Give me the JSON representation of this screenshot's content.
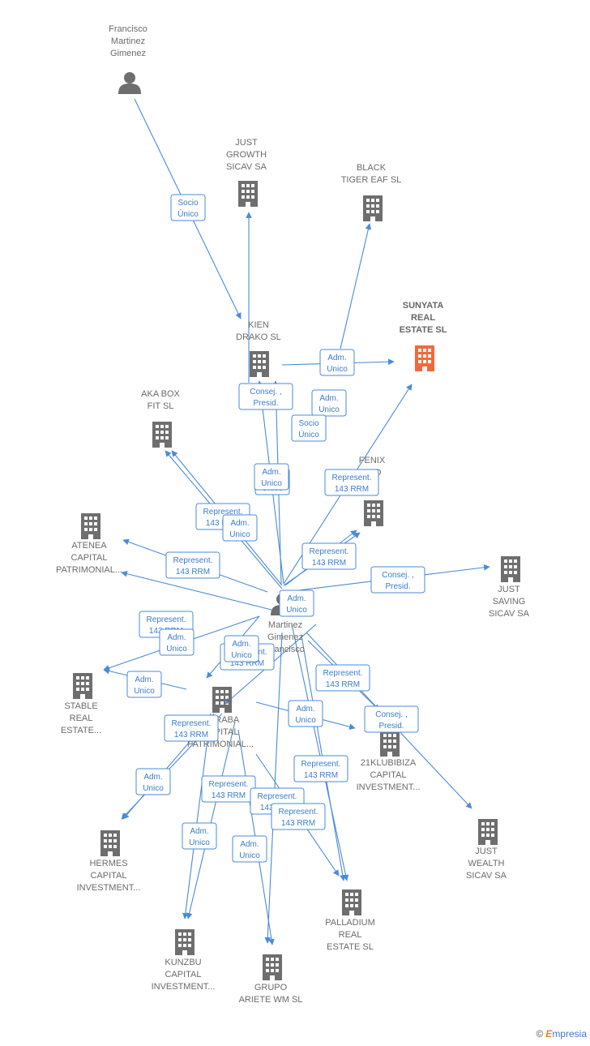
{
  "colors": {
    "edge": "#4a8bd8",
    "building": "#6e6e6e",
    "building_highlight": "#f26a3c",
    "person": "#6e6e6e"
  },
  "nodes": [
    {
      "id": "francisco",
      "type": "person",
      "label": [
        "Francisco",
        "Martinez",
        "Gimenez"
      ]
    },
    {
      "id": "just_growth",
      "type": "company",
      "label": [
        "JUST",
        "GROWTH",
        "SICAV SA"
      ]
    },
    {
      "id": "black_tiger",
      "type": "company",
      "label": [
        "BLACK",
        "TIGER EAF  SL"
      ]
    },
    {
      "id": "sunyata",
      "type": "company",
      "highlight": true,
      "label": [
        "SUNYATA",
        "REAL",
        "ESTATE  SL"
      ]
    },
    {
      "id": "kien_drako",
      "type": "company",
      "label": [
        "KIEN",
        "DRAKO  SL"
      ]
    },
    {
      "id": "aka_box",
      "type": "company",
      "label": [
        "AKA BOX",
        "FIT  SL"
      ]
    },
    {
      "id": "fenix",
      "type": "company",
      "label": [
        "FENIX",
        "RED",
        "SL"
      ]
    },
    {
      "id": "atenea",
      "type": "company",
      "label": [
        "ATENEA",
        "CAPITAL",
        "PATRIMONIAL..."
      ]
    },
    {
      "id": "just_saving",
      "type": "company",
      "label": [
        "JUST",
        "SAVING",
        "SICAV SA"
      ]
    },
    {
      "id": "martinez_center",
      "type": "person",
      "label": [
        "Martinez",
        "Gimenez",
        "Francisco"
      ]
    },
    {
      "id": "stable",
      "type": "company",
      "label": [
        "STABLE",
        "REAL",
        "ESTATE..."
      ]
    },
    {
      "id": "doraba",
      "type": "company",
      "label": [
        "DORABA",
        "CAPITAL",
        "PATRIMONIAL..."
      ]
    },
    {
      "id": "klubibiza",
      "type": "company",
      "label": [
        "21KLUBIBIZA",
        "CAPITAL",
        "INVESTMENT..."
      ]
    },
    {
      "id": "hermes",
      "type": "company",
      "label": [
        "HERMES",
        "CAPITAL",
        "INVESTMENT..."
      ]
    },
    {
      "id": "just_wealth",
      "type": "company",
      "label": [
        "JUST",
        "WEALTH",
        "SICAV SA"
      ]
    },
    {
      "id": "palladium",
      "type": "company",
      "label": [
        "PALLADIUM",
        "REAL",
        "ESTATE  SL"
      ]
    },
    {
      "id": "kunzbu",
      "type": "company",
      "label": [
        "KUNZBU",
        "CAPITAL",
        "INVESTMENT..."
      ]
    },
    {
      "id": "grupo_ariete",
      "type": "company",
      "label": [
        "GRUPO",
        "ARIETE WM  SL"
      ]
    }
  ],
  "edge_labels": [
    [
      "Socio",
      "Único"
    ],
    [
      "Adm.",
      "Unico"
    ],
    [
      "Adm.",
      "Unico"
    ],
    [
      "Consej. ,",
      "Presid."
    ],
    [
      "Socio",
      "Único"
    ],
    [
      "Adm.",
      "Unico"
    ],
    [
      "Represent.",
      "143 RRM"
    ],
    [
      "Represent.",
      "143 RRM"
    ],
    [
      "Adm.",
      "Unico"
    ],
    [
      "Represent.",
      "143 RRM"
    ],
    [
      "Represent.",
      "143 RRM"
    ],
    [
      "Consej. ,",
      "Presid."
    ],
    [
      "Adm.",
      "Unico"
    ],
    [
      "Represent.",
      "143 RRM"
    ],
    [
      "Adm.",
      "Unico"
    ],
    [
      "Represent.",
      "143 RRM"
    ],
    [
      "Adm.",
      "Unico"
    ],
    [
      "Represent.",
      "143 RRM"
    ],
    [
      "Represent.",
      "143 RRM"
    ],
    [
      "Adm.",
      "Unico"
    ],
    [
      "Consej. ,",
      "Presid."
    ],
    [
      "Represent.",
      "143 RRM"
    ],
    [
      "Adm.",
      "Unico"
    ],
    [
      "Represent.",
      "143 RRM"
    ],
    [
      "Represent.",
      "143 RRM"
    ],
    [
      "Represent.",
      "143 RRM"
    ],
    [
      "Adm.",
      "Unico"
    ],
    [
      "Adm.",
      "Unico"
    ],
    [
      "Adm.",
      "Unico"
    ],
    [
      "Adm.",
      "Unico"
    ]
  ],
  "watermark": {
    "copyright": "©",
    "brand_e": "E",
    "brand_rest": "mpresia"
  }
}
